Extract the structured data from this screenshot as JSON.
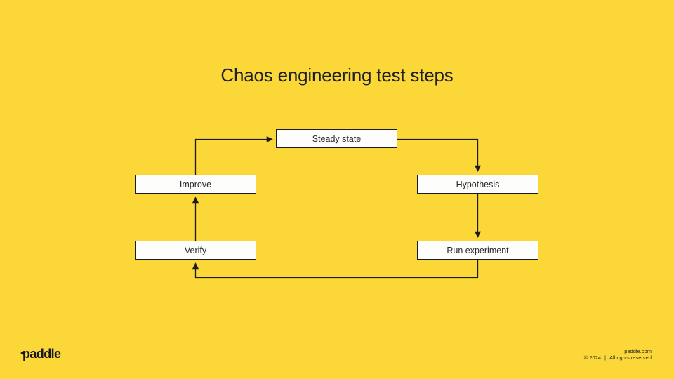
{
  "slide": {
    "title": "Chaos engineering test steps",
    "background_color": "#FBD737",
    "box_fill_color": "#FDFDFC",
    "line_color": "#1A1C20",
    "text_color": "#1F2128"
  },
  "diagram": {
    "type": "cycle-flowchart",
    "nodes": [
      {
        "id": "steady-state",
        "label": "Steady state"
      },
      {
        "id": "hypothesis",
        "label": "Hypothesis"
      },
      {
        "id": "run-experiment",
        "label": "Run experiment"
      },
      {
        "id": "verify",
        "label": "Verify"
      },
      {
        "id": "improve",
        "label": "Improve"
      }
    ],
    "edges": [
      {
        "from": "steady-state",
        "to": "hypothesis"
      },
      {
        "from": "hypothesis",
        "to": "run-experiment"
      },
      {
        "from": "run-experiment",
        "to": "verify"
      },
      {
        "from": "verify",
        "to": "improve"
      },
      {
        "from": "improve",
        "to": "steady-state"
      }
    ]
  },
  "footer": {
    "logo_text": "paddle",
    "website": "paddle.com",
    "copyright": "© 2024",
    "separator": "|",
    "rights": "All rights reserved"
  }
}
